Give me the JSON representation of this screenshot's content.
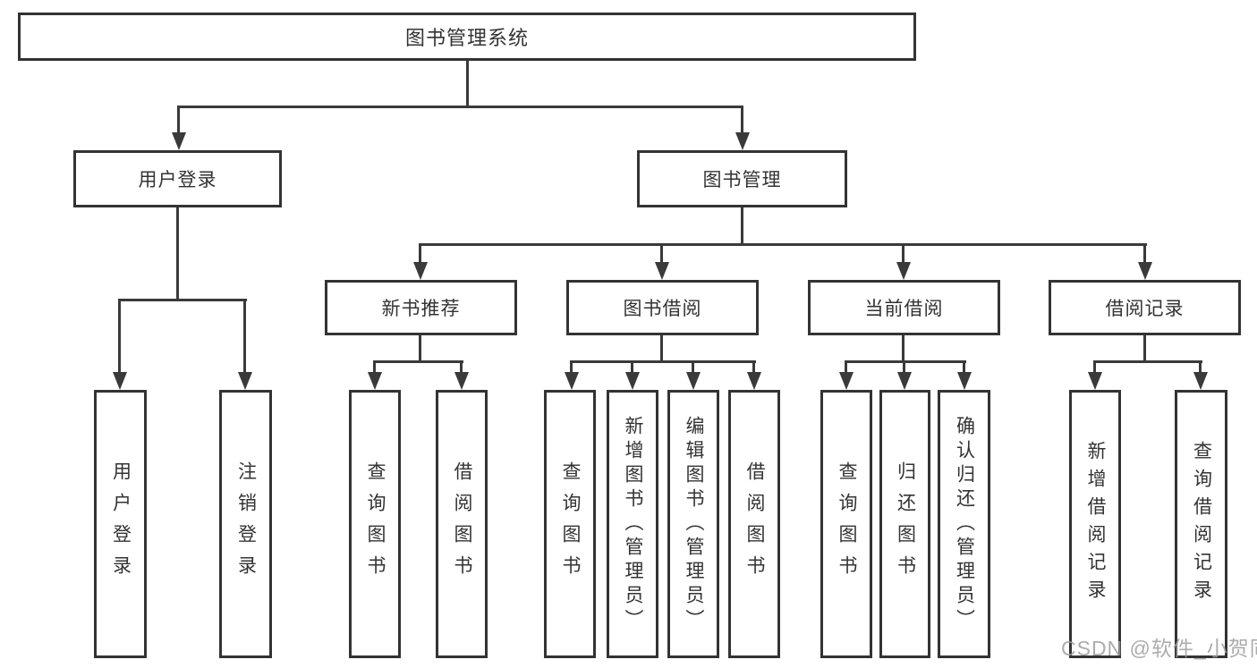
{
  "tree": {
    "root": {
      "label": "图书管理系统",
      "children": [
        {
          "label": "用户登录",
          "children": [
            {
              "label": "用户登录"
            },
            {
              "label": "注销登录"
            }
          ]
        },
        {
          "label": "图书管理",
          "children": [
            {
              "label": "新书推荐",
              "children": [
                {
                  "label": "查询图书"
                },
                {
                  "label": "借阅图书"
                }
              ]
            },
            {
              "label": "图书借阅",
              "children": [
                {
                  "label": "查询图书"
                },
                {
                  "label": "新增图书（管理员）"
                },
                {
                  "label": "编辑图书（管理员）"
                },
                {
                  "label": "借阅图书"
                }
              ]
            },
            {
              "label": "当前借阅",
              "children": [
                {
                  "label": "查询图书"
                },
                {
                  "label": "归还图书"
                },
                {
                  "label": "确认归还（管理员）"
                }
              ]
            },
            {
              "label": "借阅记录",
              "children": [
                {
                  "label": "新增借阅记录"
                },
                {
                  "label": "查询借阅记录"
                }
              ]
            }
          ]
        }
      ]
    }
  },
  "watermark": {
    "text": "CSDN @软件_小贺同学"
  },
  "colors": {
    "line": "#3a3a3a",
    "text": "#333333",
    "watermark": "#9e9e9e",
    "background": "#ffffff"
  }
}
